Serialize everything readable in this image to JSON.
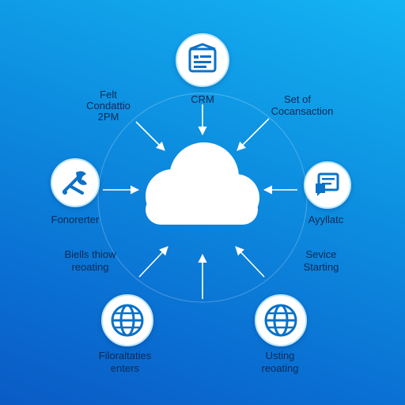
{
  "colors": {
    "background_top": "#14b4f3",
    "background_bottom": "#0a5bc4",
    "icon_blue": "#0a72c8",
    "cloud": "#ffffff",
    "arrow": "#ffffff",
    "text": "#0b2a55"
  },
  "center": {
    "icon": "cloud-icon"
  },
  "nodes": {
    "crm": {
      "label": "CRM",
      "icon": "document-window-icon"
    },
    "top_left": {
      "line1": "Felt",
      "line2": "Condattio",
      "line3": "2PM"
    },
    "top_right": {
      "line1": "Set of",
      "line2": "Cocansaction"
    },
    "left": {
      "label": "Fonorerter",
      "icon": "tools-icon"
    },
    "right": {
      "label": "Ayyllatc",
      "icon": "chat-document-icon"
    },
    "mid_left": {
      "line1": "Biells thiow",
      "line2": "reoating"
    },
    "mid_right": {
      "line1": "Sevice",
      "line2": "Starting"
    },
    "bottom_left": {
      "line1": "Filoraltaties",
      "line2": "enters",
      "icon": "globe-icon"
    },
    "bottom_right": {
      "line1": "Usting",
      "line2": "reoating",
      "icon": "globe-icon"
    }
  }
}
